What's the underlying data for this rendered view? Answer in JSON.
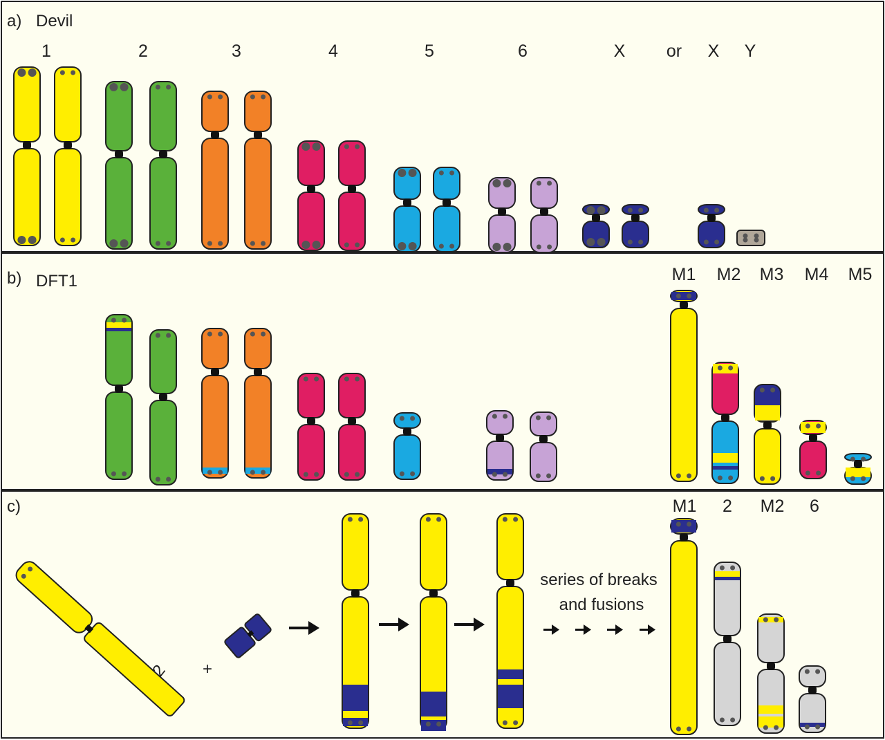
{
  "panels": {
    "a": {
      "letter": "a)",
      "title": "Devil"
    },
    "b": {
      "letter": "b)",
      "title": "DFT1"
    },
    "c": {
      "letter": "c)"
    }
  },
  "headers": {
    "a": [
      "1",
      "2",
      "3",
      "4",
      "5",
      "6",
      "X",
      "or",
      "X",
      "Y"
    ],
    "b": [
      "M1",
      "M2",
      "M3",
      "M4",
      "M5"
    ],
    "c": [
      "M1",
      "2",
      "M2",
      "6"
    ]
  },
  "annotations": {
    "gene_label": "NF2",
    "plus_sign": "+",
    "process_line1": "series of breaks",
    "process_line2": "and fusions"
  },
  "colors": {
    "panel_bg": "#fefef0",
    "chr1": "#ffee00",
    "chr2": "#5ab13a",
    "chr3": "#f28127",
    "chr4": "#e01e63",
    "chr5": "#1aa9e1",
    "chr6": "#c7a3d6",
    "chrX": "#2a2e8f",
    "chrY": "#b0a799",
    "gray": "#d5d5d5",
    "outline": "#222222"
  }
}
